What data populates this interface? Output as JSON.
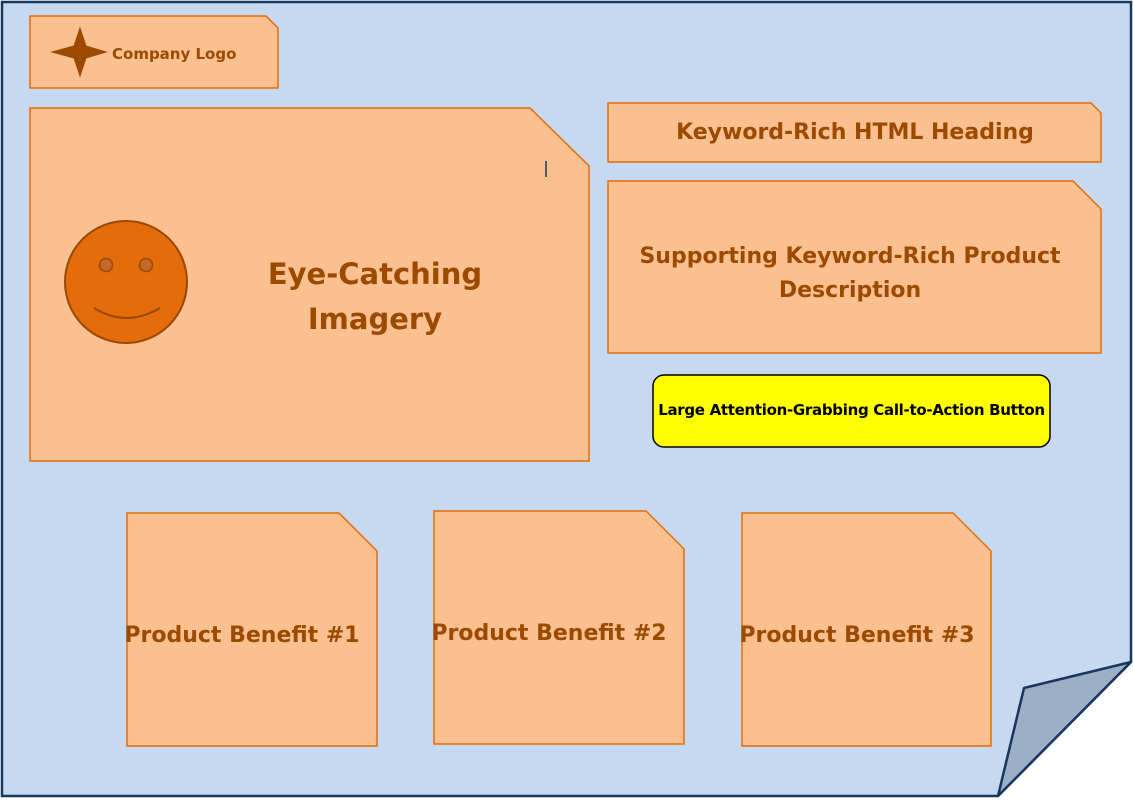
{
  "colors": {
    "page_fill": "#c6d9f1",
    "page_stroke": "#17375e",
    "fold_fill": "#9dafc7",
    "box_fill": "#fac090",
    "box_stroke": "#e36c09",
    "text": "#9c4a00",
    "cta_fill": "#ffff00",
    "cta_stroke": "#000000",
    "smiley_fill": "#e46c0a",
    "smiley_stroke": "#984807"
  },
  "logo": {
    "icon": "four-point-star-icon",
    "label": "Company Logo"
  },
  "imagery": {
    "icon": "smiley-face-icon",
    "label": "Eye-Catching Imagery"
  },
  "heading": {
    "label": "Keyword-Rich HTML Heading"
  },
  "description": {
    "label": "Supporting Keyword-Rich Product Description"
  },
  "cta": {
    "label": "Large Attention-Grabbing Call-to-Action Button"
  },
  "benefits": [
    {
      "label": "Product Benefit #1"
    },
    {
      "label": "Product Benefit #2"
    },
    {
      "label": "Product Benefit #3"
    }
  ]
}
